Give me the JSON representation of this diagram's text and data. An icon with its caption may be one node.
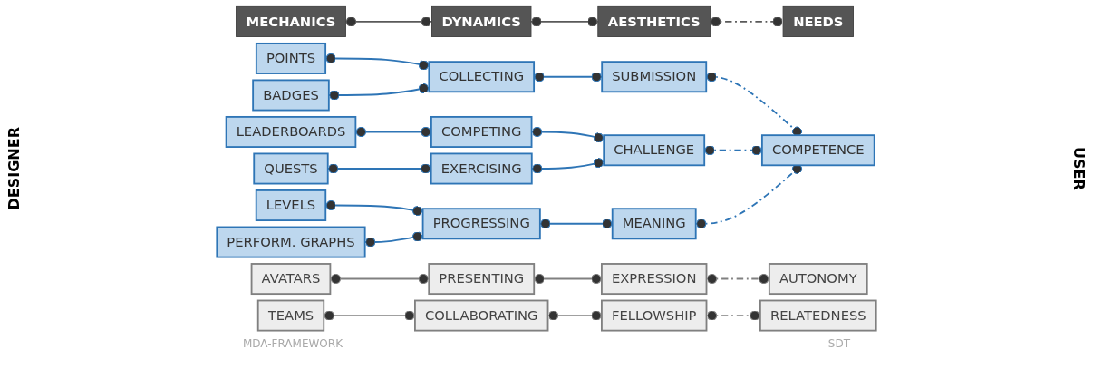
{
  "diagram": {
    "nodes": [
      {
        "text": [
          "MECHANICS"
        ]
      },
      {
        "text": [
          "DYNAMICS"
        ]
      },
      {
        "text": [
          "AESTHETICS"
        ]
      },
      {
        "text": [
          "NEEDS"
        ]
      },
      {
        "text": [
          "POINTS"
        ]
      },
      {
        "text": [
          "COLLECTING"
        ]
      },
      {
        "text": [
          "SUBMISSION"
        ]
      },
      {
        "text": [
          "BADGES"
        ]
      },
      {
        "text": [
          "LEADERBOARDS"
        ]
      },
      {
        "text": [
          "COMPETING"
        ]
      },
      {
        "text": [
          "CHALLENGE"
        ]
      },
      {
        "text": [
          "COMPETENCE"
        ]
      },
      {
        "text": [
          "QUESTS"
        ]
      },
      {
        "text": [
          "EXERCISING"
        ]
      },
      {
        "text": [
          "LEVELS"
        ]
      },
      {
        "text": [
          "PROGRESSING"
        ]
      },
      {
        "text": [
          "MEANING"
        ]
      },
      {
        "text": [
          "PERFORM. GRAPHS"
        ]
      },
      {
        "text": [
          "AVATARS"
        ]
      },
      {
        "text": [
          "PRESENTING"
        ]
      },
      {
        "text": [
          "EXPRESSION"
        ]
      },
      {
        "text": [
          "AUTONOMY"
        ]
      },
      {
        "text": [
          "TEAMS"
        ]
      },
      {
        "text": [
          "COLLABORATING"
        ]
      },
      {
        "text": [
          "FELLOWSHIP"
        ]
      },
      {
        "text": [
          "RELATEDNESS"
        ]
      }
    ],
    "edges": [
      {
        "from": 0,
        "to": 1,
        "arrow": "other",
        "color": "#595959"
      },
      {
        "from": 1,
        "to": 2,
        "arrow": "other",
        "color": "#595959"
      },
      {
        "from": 2,
        "to": 3,
        "arrow": "other",
        "style": "dashed",
        "color": "#595959"
      },
      {
        "from": 4,
        "to": 5,
        "arrow": "other"
      },
      {
        "from": 7,
        "to": 5,
        "arrow": "other"
      },
      {
        "from": 8,
        "to": 9,
        "arrow": "other"
      },
      {
        "from": 12,
        "to": 13,
        "arrow": "other"
      },
      {
        "from": 14,
        "to": 15,
        "arrow": "other"
      },
      {
        "from": 17,
        "to": 15,
        "arrow": "other"
      },
      {
        "from": 5,
        "to": 6,
        "arrow": "other"
      },
      {
        "from": 9,
        "to": 10,
        "arrow": "other"
      },
      {
        "from": 13,
        "to": 10,
        "arrow": "other"
      },
      {
        "from": 15,
        "to": 16,
        "arrow": "other"
      },
      {
        "from": 6,
        "to": 11,
        "arrow": "other",
        "style": "dashed"
      },
      {
        "from": 10,
        "to": 11,
        "arrow": "other",
        "style": "dashed"
      },
      {
        "from": 16,
        "to": 11,
        "arrow": "other",
        "style": "dashed"
      },
      {
        "from": 18,
        "to": 19,
        "arrow": "other",
        "color": "#808080"
      },
      {
        "from": 19,
        "to": 20,
        "arrow": "other",
        "color": "#808080"
      },
      {
        "from": 20,
        "to": 21,
        "arrow": "other",
        "style": "dashed",
        "color": "#808080"
      },
      {
        "from": 22,
        "to": 23,
        "arrow": "other",
        "color": "#808080"
      },
      {
        "from": 23,
        "to": 24,
        "arrow": "other",
        "color": "#808080"
      },
      {
        "from": 24,
        "to": 25,
        "arrow": "other",
        "style": "dashed",
        "color": "#808080"
      }
    ],
    "labels": [
      "DESIGNER",
      "USER",
      "MDA-FRAMEWORK",
      "SDT"
    ]
  }
}
